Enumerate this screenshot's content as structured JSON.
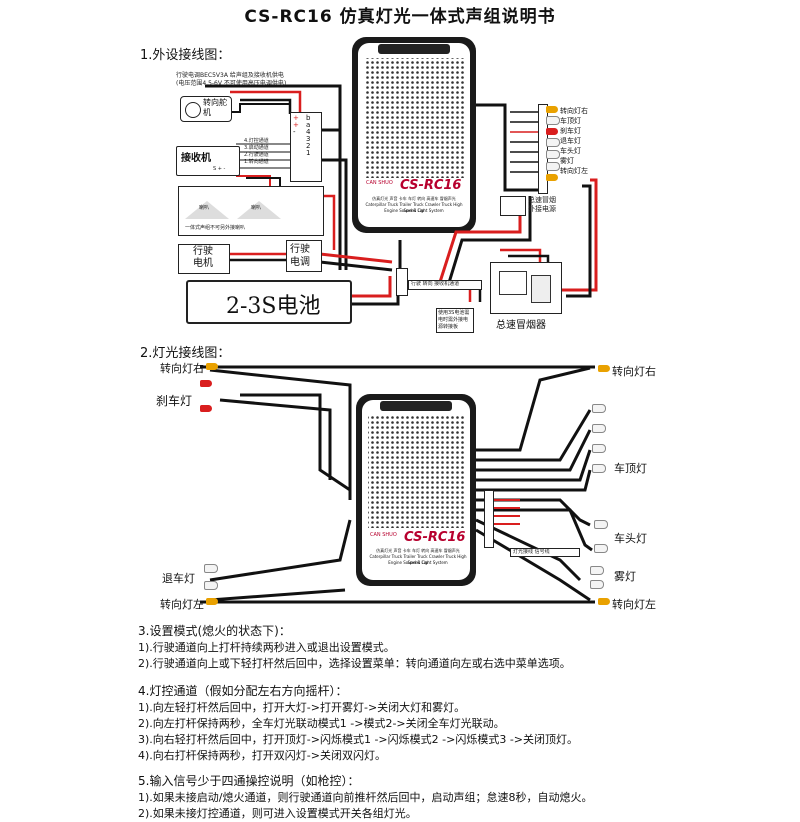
{
  "doc": {
    "title": "CS-RC16  仿真灯光一体式声组说明书"
  },
  "section1": {
    "heading": "1.外设接线图：",
    "top_note": "行驶电调BEC5V3A 给声组及接收机供电\n(电压范围4.5-6V  不可使用高压电调供电)",
    "servo_label": "转向舵机",
    "receiver_label": "接收机",
    "receiver_pins": "S + -",
    "channel_labels": [
      "4.灯控通道",
      "3.启动通道",
      "2.行驶通道",
      "1.转向通道"
    ],
    "port_symbols": [
      "+",
      "b",
      "a",
      "+",
      "-",
      "4",
      "3",
      "2",
      "1"
    ],
    "speaker_label_a": "喇叭",
    "speaker_label_b": "喇叭",
    "speaker_note": "一体式声组不可另外接喇叭",
    "esc_label": "行驶电调",
    "motor_label": "行驶电机",
    "battery_label": "2-3S电池",
    "smoke_power_label": "总速冒烟\n外接电源",
    "smoke_label": "总速冒烟器",
    "board_note": "使用3S电池需\n电时需外接电\n源转接板",
    "connector_strip_1": "行驶 转向 接收机通道",
    "light_labels_right": [
      "转向灯右",
      "车顶灯",
      "刹车灯",
      "退车灯",
      "车头灯",
      "雾灯",
      "转向灯左"
    ],
    "plate_brand": "CAN SHUO",
    "plate_model": "CS-RC16",
    "plate_line_1": "仿真灯光 声音 卡车 车灯 转向 高速车 冒烟声光",
    "plate_line_2": "Caterpillar Truck Trailer Truck Crawler Truck High Speed Car",
    "plate_line_3": "Engine Sound & Light System"
  },
  "section2": {
    "heading": "2.灯光接线图：",
    "labels_left": [
      "转向灯右",
      "刹车灯",
      "退车灯",
      "转向灯左"
    ],
    "labels_right": [
      "转向灯右",
      "车顶灯",
      "车头灯",
      "雾灯",
      "转向灯左"
    ],
    "connector_strip_2": "灯光接线 信号线"
  },
  "section3": {
    "heading": "3.设置模式(熄火的状态下)：",
    "lines": [
      "1).行驶通道向上打杆持续两秒进入或退出设置模式。",
      "2).行驶通道向上或下轻打杆然后回中，选择设置菜单：转向通道向左或右选中菜单选项。"
    ]
  },
  "section4": {
    "heading": "4.灯控通道（假如分配左右方向摇杆）：",
    "lines": [
      "1).向左轻打杆然后回中，打开大灯->打开雾灯->关闭大灯和雾灯。",
      "2).向左打杆保持两秒，全车灯光联动模式1 ->模式2->关闭全车灯光联动。",
      "3).向右轻打杆然后回中，打开顶灯->闪烁模式1 ->闪烁模式2 ->闪烁模式3 ->关闭顶灯。",
      "4).向右打杆保持两秒，打开双闪灯->关闭双闪灯。"
    ]
  },
  "section5": {
    "heading": "5.输入信号少于四通操控说明（如枪控）：",
    "lines": [
      "1).如果未接启动/熄火通道，则行驶通道向前推杆然后回中，启动声组；怠速8秒，自动熄火。",
      "2).如果未接灯控通道，则可进入设置模式开关各组灯光。"
    ]
  },
  "colors": {
    "wire_red": "#d91e1e",
    "wire_black": "#111111",
    "led_amber": "#e9a100",
    "led_red": "#d91e1e",
    "module_outline": "#222222"
  }
}
